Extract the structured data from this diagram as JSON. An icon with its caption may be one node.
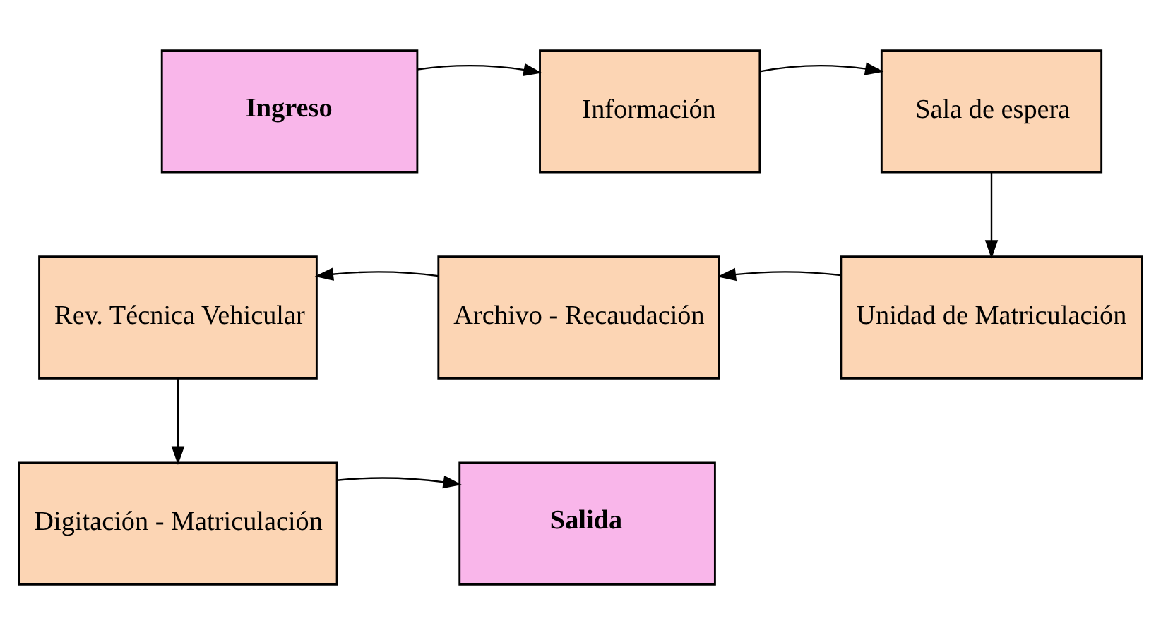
{
  "diagram": {
    "nodes": [
      {
        "text": [
          "Ingreso"
        ]
      },
      {
        "text": [
          "Información"
        ]
      },
      {
        "text": [
          "Sala de espera"
        ]
      },
      {
        "text": [
          "Unidad de Matriculación"
        ]
      },
      {
        "text": [
          "Archivo - Recaudación"
        ]
      },
      {
        "text": [
          "Rev. Técnica Vehicular"
        ]
      },
      {
        "text": [
          "Digitación - Matriculación"
        ]
      },
      {
        "text": [
          "Salida"
        ]
      }
    ],
    "edges": [
      {
        "from": 0,
        "to": 1,
        "arrow": "to"
      },
      {
        "from": 1,
        "to": 2,
        "arrow": "to"
      },
      {
        "from": 2,
        "to": 3,
        "arrow": "to"
      },
      {
        "from": 3,
        "to": 4,
        "arrow": "to"
      },
      {
        "from": 4,
        "to": 5,
        "arrow": "to"
      },
      {
        "from": 5,
        "to": 6,
        "arrow": "to"
      },
      {
        "from": 6,
        "to": 7,
        "arrow": "to"
      }
    ]
  }
}
